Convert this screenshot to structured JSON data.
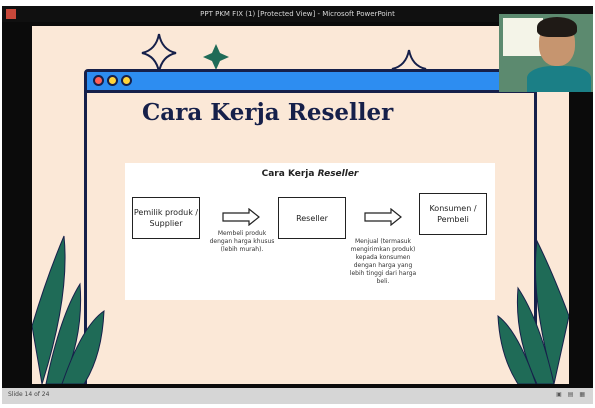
{
  "window": {
    "title": "PPT PKM FIX (1) [Protected View] - Microsoft PowerPoint"
  },
  "slide": {
    "title": "Cara Kerja Reseller",
    "diagram": {
      "title_prefix": "Cara Kerja ",
      "title_italic": "Reseller",
      "nodes": [
        {
          "label": "Pemilik produk / Supplier"
        },
        {
          "label": "Reseller"
        },
        {
          "label": "Konsumen / Pembeli"
        }
      ],
      "edges": [
        {
          "label": "Membeli produk dengan harga khusus (lebih murah)."
        },
        {
          "label": "Menjual (termasuk mengirimkan produk) kepada konsumen dengan harga yang lebih tinggi dari harga beli."
        }
      ]
    }
  },
  "statusbar": {
    "slide_counter": "Slide 14 of 24"
  },
  "colors": {
    "slide_bg": "#fbe8d7",
    "navy": "#16204a",
    "window_bar": "#2d8df1",
    "leaf": "#1f6b57"
  },
  "icons": [
    "sparkle-icon",
    "diamond-star-icon",
    "leaf-icon",
    "app-icon"
  ]
}
